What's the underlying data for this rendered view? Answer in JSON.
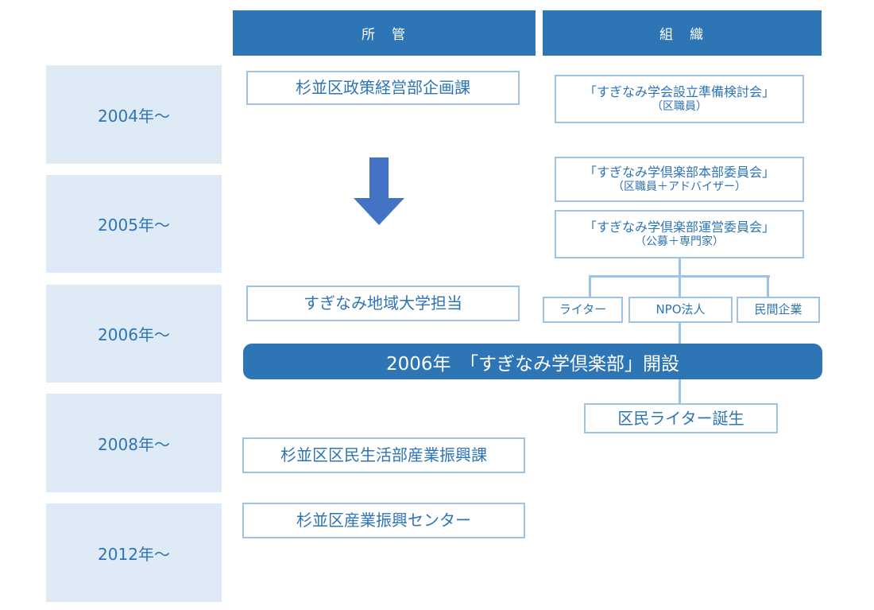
{
  "header": {
    "jurisdiction": "所　管",
    "organization": "組　織"
  },
  "years": [
    "2004年〜",
    "2005年〜",
    "2006年〜",
    "2008年〜",
    "2012年〜"
  ],
  "jurisdiction_boxes": {
    "policy_division": "杉並区政策経営部企画課",
    "regional_univ": "すぎなみ地域大学担当",
    "industry_division": "杉並区区民生活部産業振興課",
    "industry_center": "杉並区産業振興センター"
  },
  "organization_boxes": {
    "prep_committee_title": "「すぎなみ学会設立準備検討会」",
    "prep_committee_sub": "（区職員）",
    "hq_committee_title": "「すぎなみ学倶楽部本部委員会」",
    "hq_committee_sub": "（区職員＋アドバイザー）",
    "mgmt_committee_title": "「すぎなみ学倶楽部運営委員会」",
    "mgmt_committee_sub": "（公募＋専門家）",
    "writer": "ライター",
    "npo": "NPO法人",
    "private_company": "民間企業",
    "citizen_writer": "区民ライター誕生"
  },
  "banner": "2006年　「すぎなみ学倶楽部」開設",
  "colors": {
    "header_blue": "#2e75b6",
    "year_bg": "#deebf7",
    "box_border": "#9dc3e6",
    "arrow": "#4472c4",
    "text_blue": "#2e74b5"
  },
  "icons": {
    "transition_arrow": "down-arrow-icon"
  }
}
